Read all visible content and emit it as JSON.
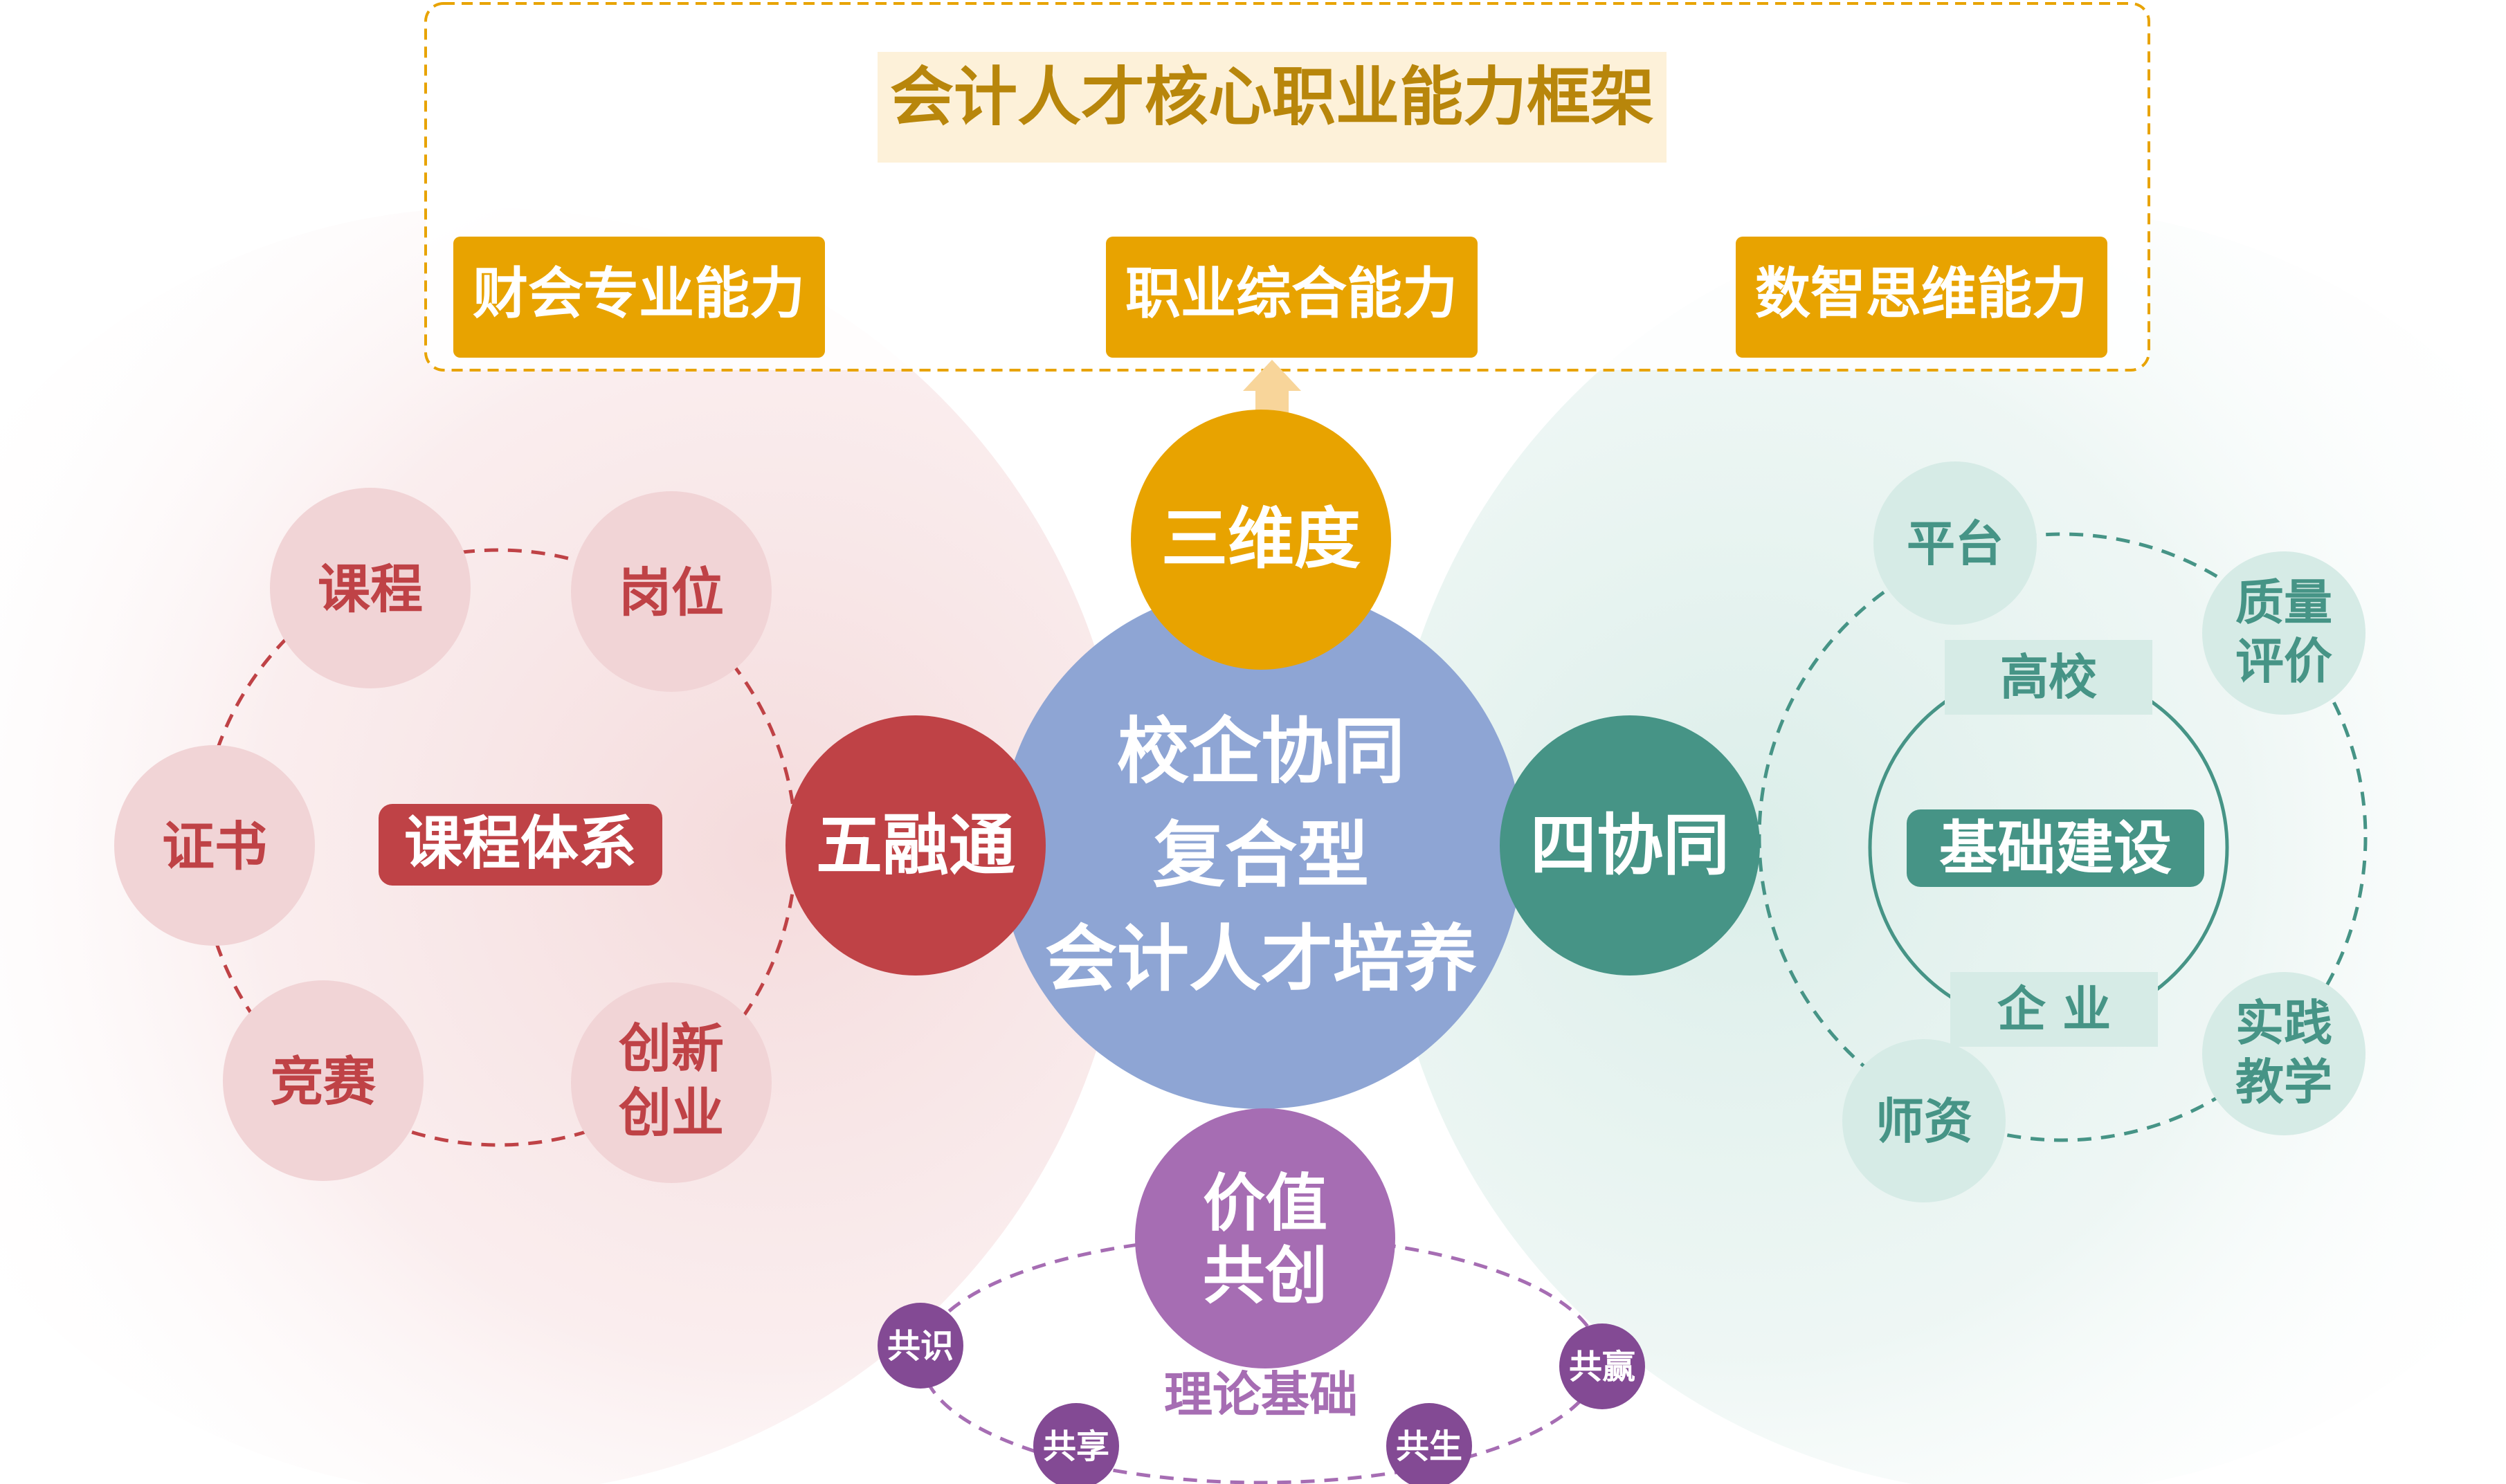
{
  "framework": {
    "title": "会计人才核心职业能力框架",
    "abilities": [
      "财会专业能力",
      "职业综合能力",
      "数智思维能力"
    ]
  },
  "center": {
    "lines": [
      "校企协同",
      "复合型",
      "会计人才培养"
    ]
  },
  "three_dimensions": {
    "label": "三维度"
  },
  "five_integration": {
    "label": "五融通",
    "hub": "课程体系",
    "items": [
      "课程",
      "岗位",
      "证书",
      "竞赛",
      [
        "创新",
        "创业"
      ]
    ]
  },
  "four_collaboration": {
    "label": "四协同",
    "hub": "基础建设",
    "top_tag": "高校",
    "bottom_tag": "企 业",
    "items": [
      "平台",
      [
        "质量",
        "评价"
      ],
      [
        "实践",
        "教学"
      ],
      "师资"
    ]
  },
  "value_cocreation": {
    "label_lines": [
      "价值",
      "共创"
    ],
    "basis": "理论基础",
    "items": [
      "共识",
      "共享",
      "共生",
      "共赢"
    ]
  },
  "colors": {
    "gold_text": "#B8860B",
    "gold_bg": "#FDF1D9",
    "orange": "#E8A300",
    "red": "#BF4246",
    "teal": "#469486",
    "blue": "#8EA5D4",
    "purple": "#A66DB3",
    "purple_dark": "#834A94",
    "pink_light": "#F1D4D6",
    "teal_light": "#D6EBE6"
  }
}
